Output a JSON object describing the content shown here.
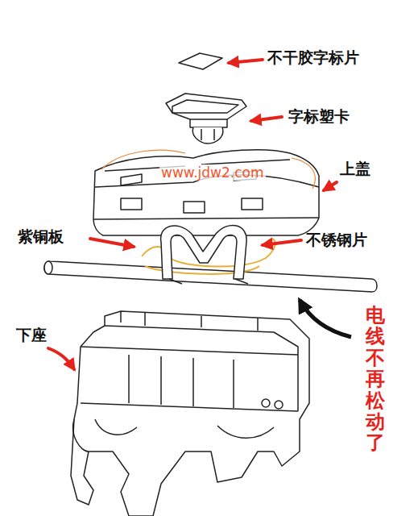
{
  "diagram": {
    "labels": [
      "不干胶字标片",
      "字标塑卡",
      "www.jdw2.com",
      "上盖",
      "紫铜板",
      "不锈钢片",
      "下座",
      "电线不再松动了"
    ]
  }
}
